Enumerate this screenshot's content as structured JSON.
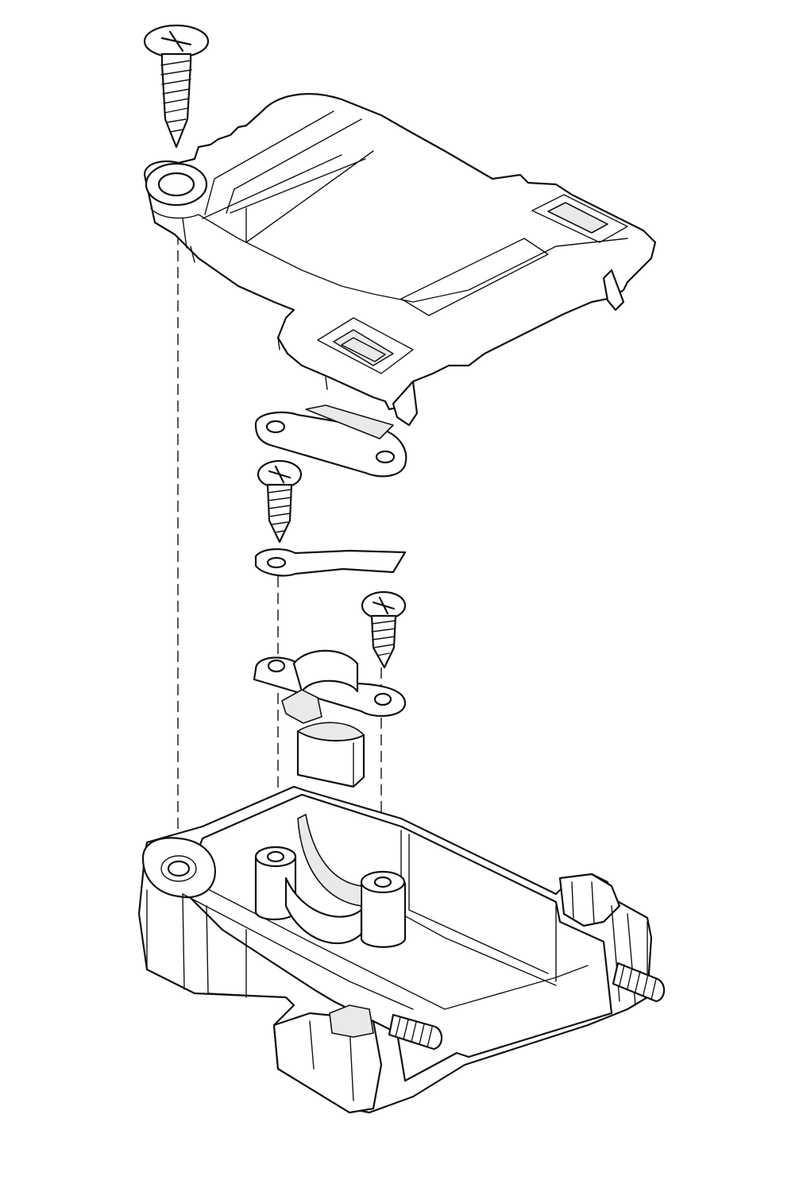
{
  "diagram": {
    "type": "exploded assembly drawing",
    "labels": [],
    "colors": {
      "line": "#111111",
      "background": "#ffffff",
      "shade": "#e9e9e9"
    },
    "parts": [
      {
        "id": "cover-screw",
        "icon": "screw-icon"
      },
      {
        "id": "top-cover",
        "icon": "cover-icon"
      },
      {
        "id": "strain-relief-plate",
        "icon": "plate-icon"
      },
      {
        "id": "clamp-screw-left",
        "icon": "screw-icon"
      },
      {
        "id": "ground-strap",
        "icon": "strap-icon"
      },
      {
        "id": "clamp-screw-right",
        "icon": "screw-icon"
      },
      {
        "id": "cable-clamp",
        "icon": "clamp-icon"
      },
      {
        "id": "clamp-insert",
        "icon": "insert-icon"
      },
      {
        "id": "bottom-housing",
        "icon": "housing-icon"
      },
      {
        "id": "jack-screw-right",
        "icon": "thread-icon"
      },
      {
        "id": "jack-screw-front",
        "icon": "thread-icon"
      }
    ]
  }
}
